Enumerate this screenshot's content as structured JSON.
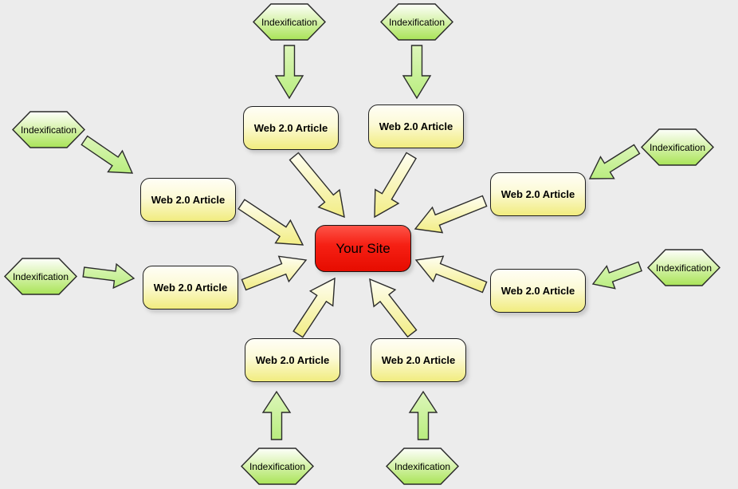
{
  "diagram": {
    "type": "link-wheel-diagram",
    "background_color": "#ececec",
    "center_node": {
      "label": "Your Site",
      "fill_top": "#fd5448",
      "fill_bottom": "#e60c00",
      "text_color": "#000000"
    },
    "article_node": {
      "label": "Web 2.0 Article",
      "count": 8,
      "fill_top": "#fffef6",
      "fill_bottom": "#f1ec7e"
    },
    "hexagon_node": {
      "label": "Indexification",
      "count": 8,
      "fill_top": "#fbfef5",
      "fill_bottom": "#a9e458"
    },
    "arrows": {
      "green_arrow_fill": "#c9f19c",
      "green_arrow_count": 8,
      "yellow_arrow_fill": "#f4ef8e",
      "yellow_arrow_count": 8,
      "border_color": "#2b2b2b"
    }
  }
}
